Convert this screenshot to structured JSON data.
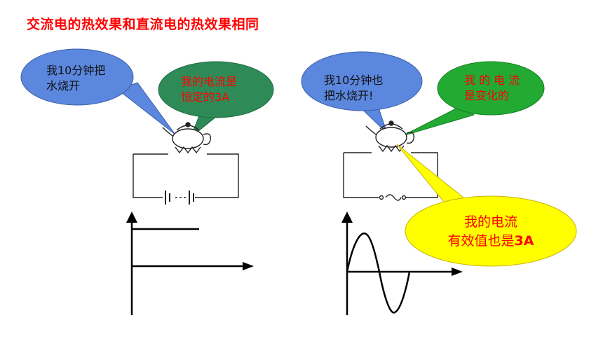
{
  "title": "交流电的热效果和直流电的热效果相同",
  "left_scene": {
    "kettle_speech": [
      "我10分钟把",
      "水烧开"
    ],
    "current_speech": [
      "我的电流是",
      "恒定的3A"
    ]
  },
  "right_scene": {
    "kettle_speech": [
      "我10分钟也",
      "把水烧开!"
    ],
    "current_speech": [
      "我 的 电 流",
      "是变化的"
    ],
    "rms_speech": {
      "line1": "我的电流",
      "line2_prefix": "有效值也是",
      "line2_bold": "3A"
    }
  },
  "colors": {
    "title": "#ff0000",
    "bubble_blue": "#5b87de",
    "bubble_green": "#2e8b57",
    "bubble_yellow": "#ffff00",
    "text_red": "#ff0000"
  }
}
